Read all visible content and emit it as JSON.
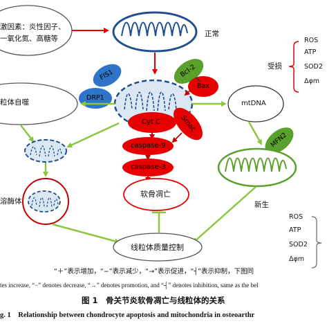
{
  "labels": {
    "stimulus_line1": "激因素：炎性因子、",
    "stimulus_line2": "一氧化氮、高糖等",
    "normal": "正常",
    "fis1": "FIS1",
    "drp1": "DRP1",
    "bcl2": "Bcl-2",
    "bax": "Bax",
    "mitophagy": "粒体自噬",
    "mtdna": "mtDNA",
    "cytc": "Cyt C",
    "smac": "Smac",
    "caspase9": "caspase-9",
    "caspase3": "caspase-3",
    "apoptosis": "软骨凋亡",
    "lysosome": "溶酶体",
    "mfn2": "MFN2",
    "regeneration": "新生",
    "quality_control": "线粒体质量控制",
    "damaged": "受损",
    "plus_sign": "+"
  },
  "right_list_top": [
    "ROS",
    "ATP",
    "SOD2",
    "Δφm"
  ],
  "right_list_bottom": [
    "ROS",
    "ATP",
    "SOD2",
    "Δφm"
  ],
  "legend_cn": "“＋”表示增加，“−”表示减少，“→”表示促进，“┤”表示抑制，下图同",
  "legend_en": "tes increase, “−” denotes decrease, “→” denotes promotion, and “┤” denotes inhibition, same as the bel",
  "caption_cn": "图 1　骨关节炎软骨凋亡与线粒体的关系",
  "caption_en": "g. 1　Relationship between chondrocyte apoptosis and mitochondria in osteoarthr",
  "colors": {
    "blue": "#1f4f8f",
    "mito_fill": "#dbe8f3",
    "red": "#e60000",
    "dark_red": "#c00000",
    "green": "#5aa02c",
    "green_arrow": "#7fbf3f",
    "blue_node": "#2e74c8"
  }
}
